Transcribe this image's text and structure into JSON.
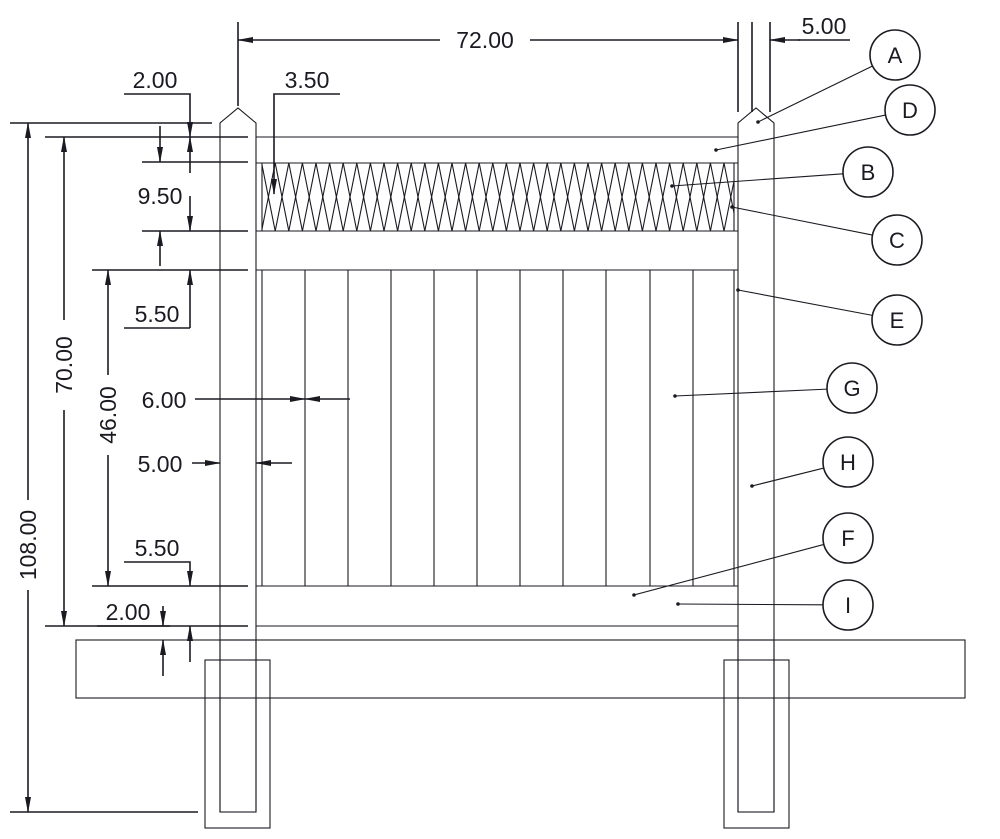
{
  "dimensions": {
    "overall_width": "72.00",
    "post_width_top": "5.00",
    "post_cap": "2.00",
    "lattice_offset": "3.50",
    "lattice_height": "9.50",
    "mid_rail": "5.50",
    "board_width": "6.00",
    "post_width": "5.00",
    "bottom_rail": "5.50",
    "ground_gap": "2.00",
    "total_height": "108.00",
    "panel_height": "70.00",
    "board_height": "46.00"
  },
  "callouts": [
    "A",
    "D",
    "B",
    "C",
    "E",
    "G",
    "H",
    "F",
    "I"
  ]
}
